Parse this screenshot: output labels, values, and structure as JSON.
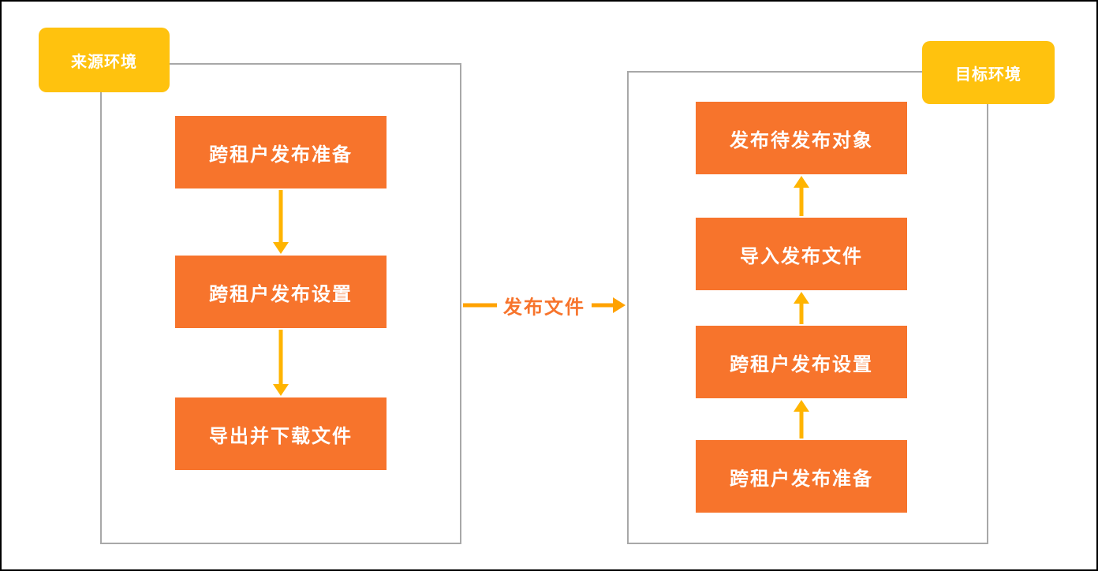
{
  "diagram": {
    "source": {
      "badge": "来源环境",
      "steps": [
        "跨租户发布准备",
        "跨租户发布设置",
        "导出并下载文件"
      ]
    },
    "transfer": {
      "label": "发布文件"
    },
    "target": {
      "badge": "目标环境",
      "steps": [
        "发布待发布对象",
        "导入发布文件",
        "跨租户发布设置",
        "跨租户发布准备"
      ]
    },
    "colors": {
      "step_box": "#f7742c",
      "badge": "#ffc20e",
      "vertical_arrow": "#ffb400",
      "transfer_arrow": "#ffa200",
      "transfer_label_text": "#f7742c",
      "container_border": "#a8a8a8"
    }
  }
}
